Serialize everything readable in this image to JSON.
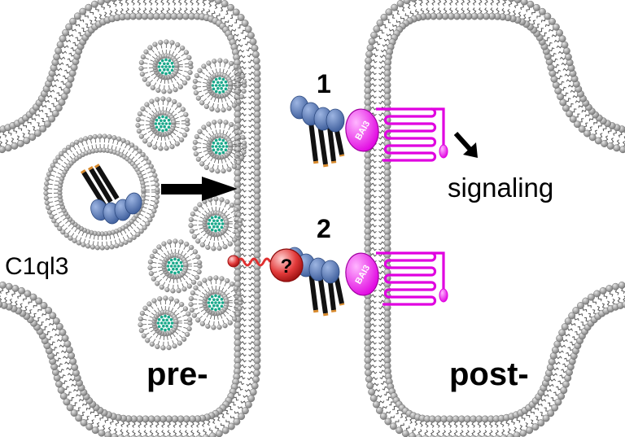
{
  "labels": {
    "pre": "pre-",
    "post": "post-",
    "ligand": "C1ql3",
    "signaling": "signaling",
    "scenario_1": "1",
    "scenario_2": "2",
    "receptor_top": "BAI3",
    "receptor_bottom": "BAI3",
    "unknown": "?"
  },
  "colors": {
    "membrane_head": "#9a9a9a",
    "membrane_tail": "#555555",
    "vesicle_cargo": "#18a88a",
    "c1q_head": "#5b7bb5",
    "c1q_stalk": "#111111",
    "c1q_tip": "#d98a2b",
    "receptor": "#e000e0",
    "unknown_protein": "#e03030",
    "arrow": "#000000"
  }
}
